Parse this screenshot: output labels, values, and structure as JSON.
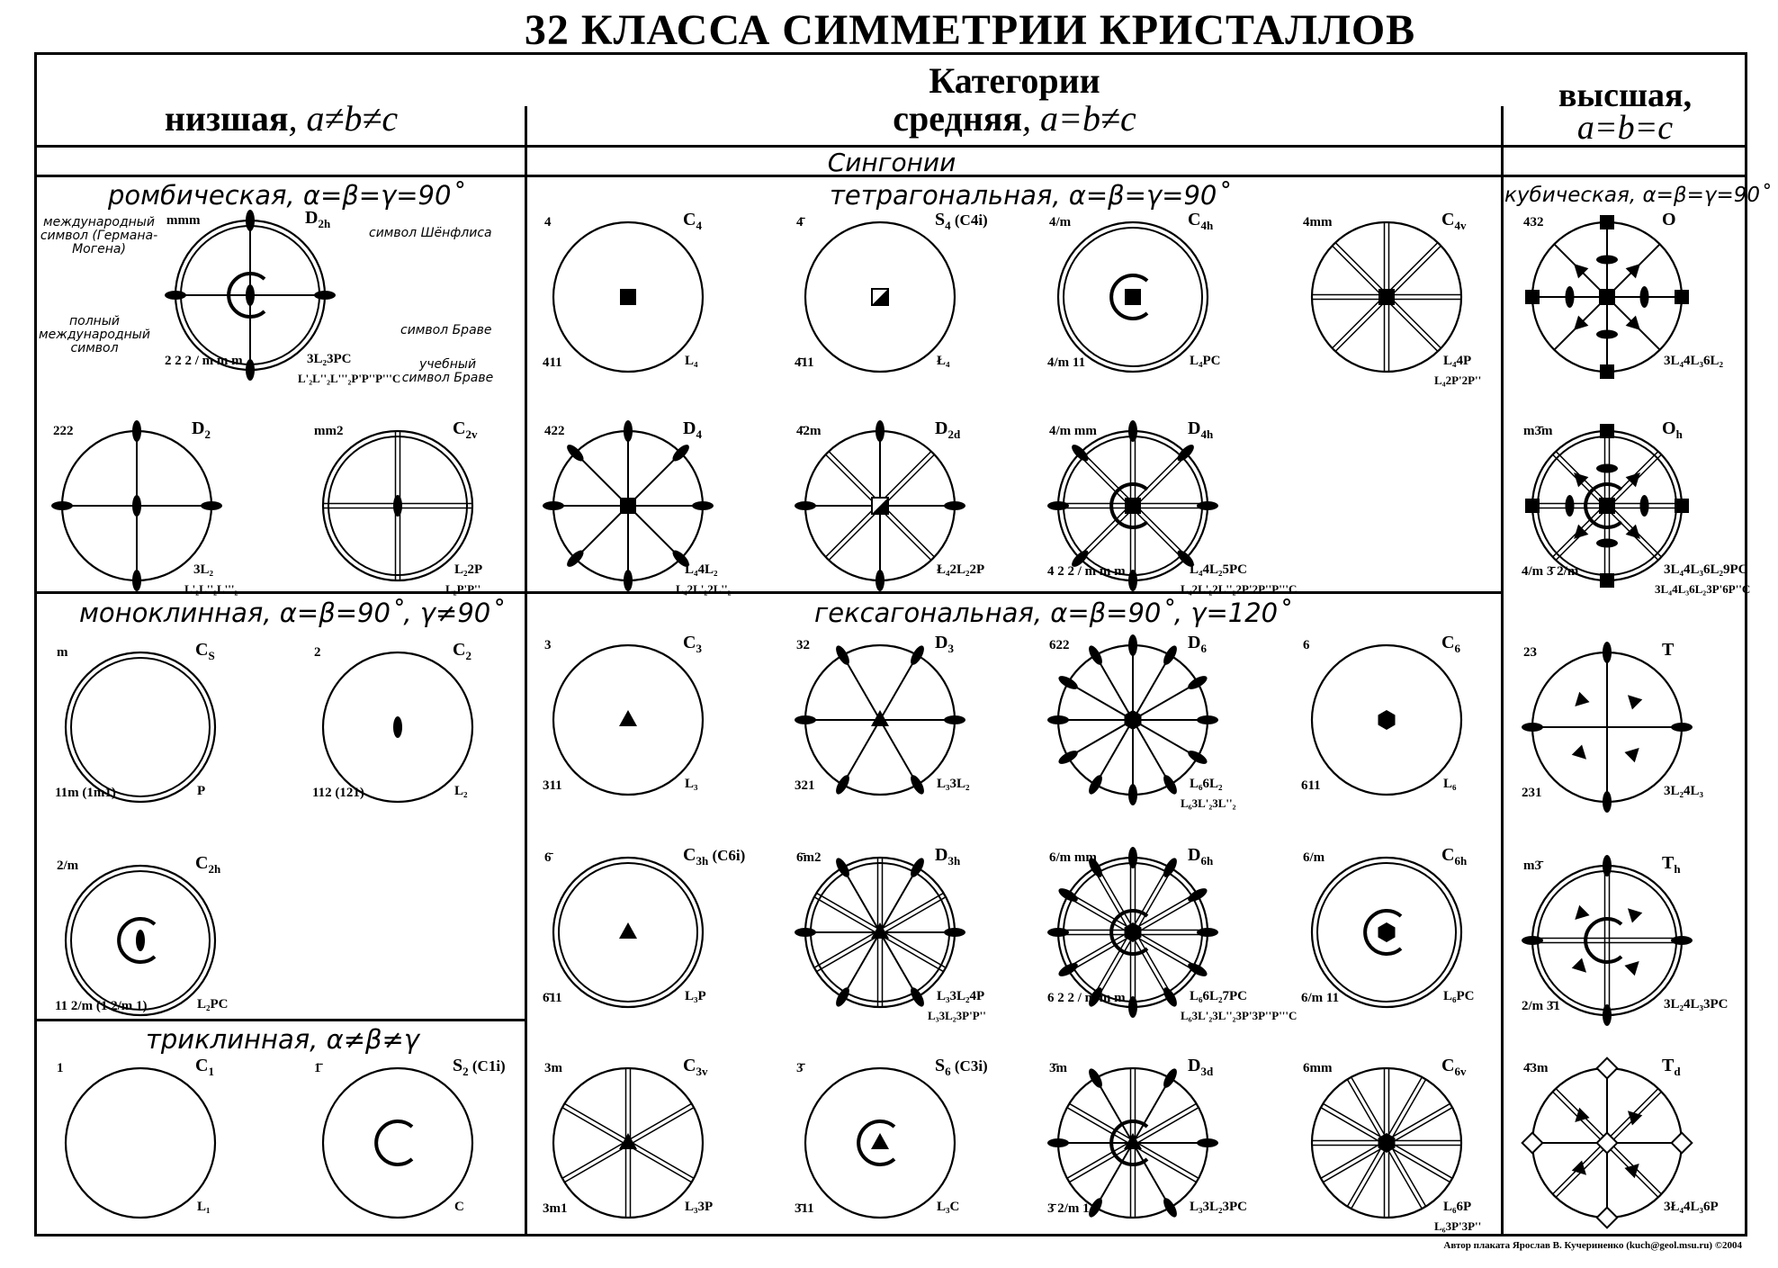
{
  "title": "32 КЛАССА СИММЕТРИИ КРИСТАЛЛОВ",
  "header": {
    "categories": "Категории",
    "lower": {
      "name": "низшая",
      "cond": ", a≠b≠c"
    },
    "middle": {
      "name": "средняя",
      "cond": ", a=b≠c"
    },
    "higher": {
      "name": "высшая,",
      "cond": "a=b=c"
    },
    "syngonies": "Сингонии"
  },
  "systems": {
    "orthorhombic": "ромбическая, α=β=γ=90˚",
    "tetragonal": "тетрагональная, α=β=γ=90˚",
    "cubic": "кубическая, α=β=γ=90˚",
    "monoclinic": "моноклинная, α=β=90˚, γ≠90˚",
    "hexagonal": "гексагональная, α=β=90˚, γ=120˚",
    "triclinic": "триклинная, α≠β≠γ"
  },
  "legend": {
    "intl": "международный символ (Германа-Могена)",
    "schoenflies": "символ Шёнфлиса",
    "full_intl": "полный международный символ",
    "bravais": "символ Браве",
    "edu_bravais": "учебный символ Браве"
  },
  "classes": [
    {
      "id": "D2h",
      "intl": "mmm",
      "sch": "D",
      "sub": "2h",
      "bravais": "3L₂3PC",
      "full": "2 2 2 / m m m",
      "edu": "L'₂L''₂L'''₂P'P''P'''C"
    },
    {
      "id": "D2",
      "intl": "222",
      "sch": "D",
      "sub": "2",
      "bravais": "3L₂",
      "edu": "L'₂L''₂L'''₂"
    },
    {
      "id": "C2v",
      "intl": "mm2",
      "sch": "C",
      "sub": "2v",
      "bravais": "L₂2P",
      "edu": "L₂P'P''"
    },
    {
      "id": "Cs",
      "intl": "m",
      "sch": "C",
      "sub": "S",
      "full": "11m (1m1)",
      "bravais": "P"
    },
    {
      "id": "C2",
      "intl": "2",
      "sch": "C",
      "sub": "2",
      "full": "112 (121)",
      "bravais": "L₂"
    },
    {
      "id": "C2h",
      "intl": "2/m",
      "sch": "C",
      "sub": "2h",
      "full": "11 2/m (1 2/m 1)",
      "bravais": "L₂PC"
    },
    {
      "id": "C1",
      "intl": "1",
      "sch": "C",
      "sub": "1",
      "bravais": "L₁"
    },
    {
      "id": "S2",
      "intl": "1̄",
      "sch": "S",
      "sub": "2",
      "extra": "(C1i)",
      "bravais": "C"
    },
    {
      "id": "C4",
      "intl": "4",
      "sch": "C",
      "sub": "4",
      "full": "411",
      "bravais": "L₄"
    },
    {
      "id": "S4",
      "intl": "4̄",
      "sch": "S",
      "sub": "4",
      "extra": "(C4i)",
      "full": "4̄11",
      "bravais": "Ł₄"
    },
    {
      "id": "C4h",
      "intl": "4/m",
      "sch": "C",
      "sub": "4h",
      "full": "4/m 11",
      "bravais": "L₄PC"
    },
    {
      "id": "C4v",
      "intl": "4mm",
      "sch": "C",
      "sub": "4v",
      "bravais": "L₄4P",
      "edu": "L₄2P'2P''"
    },
    {
      "id": "D4",
      "intl": "422",
      "sch": "D",
      "sub": "4",
      "bravais": "L₄4L₂",
      "edu": "L₄2L'₂2L''₂"
    },
    {
      "id": "D2d",
      "intl": "4̄2m",
      "sch": "D",
      "sub": "2d",
      "bravais": "Ł₄2L₂2P"
    },
    {
      "id": "D4h",
      "intl": "4/m mm",
      "sch": "D",
      "sub": "4h",
      "bravais": "L₄4L₂5PC",
      "full": "4 2 2 / m m m",
      "edu": "L₄2L'₂2L''₂2P'2P''P'''C"
    },
    {
      "id": "C3",
      "intl": "3",
      "sch": "C",
      "sub": "3",
      "full": "311",
      "bravais": "L₃"
    },
    {
      "id": "D3",
      "intl": "32",
      "sch": "D",
      "sub": "3",
      "full": "321",
      "bravais": "L₃3L₂"
    },
    {
      "id": "D6",
      "intl": "622",
      "sch": "D",
      "sub": "6",
      "bravais": "L₆6L₂",
      "edu": "L₆3L'₂3L''₂"
    },
    {
      "id": "C6",
      "intl": "6",
      "sch": "C",
      "sub": "6",
      "full": "611",
      "bravais": "L₆"
    },
    {
      "id": "C3h",
      "intl": "6̄",
      "sch": "C",
      "sub": "3h",
      "extra": "(C6i)",
      "full": "6̄11",
      "bravais": "L₃P"
    },
    {
      "id": "D3h",
      "intl": "6̄m2",
      "sch": "D",
      "sub": "3h",
      "bravais": "L₃3L₂4P",
      "edu": "L₃3L₂3P'P''"
    },
    {
      "id": "D6h",
      "intl": "6/m mm",
      "sch": "D",
      "sub": "6h",
      "bravais": "L₆6L₂7PC",
      "full": "6 2 2 / m m m",
      "edu": "L₆3L'₂3L''₂3P'3P''P'''C"
    },
    {
      "id": "C6h",
      "intl": "6/m",
      "sch": "C",
      "sub": "6h",
      "full": "6/m 11",
      "bravais": "L₆PC"
    },
    {
      "id": "C3v",
      "intl": "3m",
      "sch": "C",
      "sub": "3v",
      "full": "3m1",
      "bravais": "L₃3P"
    },
    {
      "id": "S6",
      "intl": "3̄",
      "sch": "S",
      "sub": "6",
      "extra": "(C3i)",
      "full": "3̄11",
      "bravais": "L₃C"
    },
    {
      "id": "D3d",
      "intl": "3̄m",
      "sch": "D",
      "sub": "3d",
      "full": "3̄ 2/m 1",
      "bravais": "L₃3L₂3PC"
    },
    {
      "id": "C6v",
      "intl": "6mm",
      "sch": "C",
      "sub": "6v",
      "bravais": "L₆6P",
      "edu": "L₆3P'3P''"
    },
    {
      "id": "O",
      "intl": "432",
      "sch": "O",
      "sub": "",
      "bravais": "3L₄4L₃6L₂"
    },
    {
      "id": "Oh",
      "intl": "m3̄m",
      "sch": "O",
      "sub": "h",
      "full": "4/m 3̄ 2/m",
      "bravais": "3L₄4L₃6L₂9PC",
      "edu": "3L₄4L₃6L₂3P'6P''C"
    },
    {
      "id": "T",
      "intl": "23",
      "sch": "T",
      "sub": "",
      "full": "231",
      "bravais": "3L₂4L₃"
    },
    {
      "id": "Th",
      "intl": "m3̄",
      "sch": "T",
      "sub": "h",
      "full": "2/m 3̄1",
      "bravais": "3L₂4L₃3PC"
    },
    {
      "id": "Td",
      "intl": "4̄3m",
      "sch": "T",
      "sub": "d",
      "bravais": "3Ł₄4L₃6P"
    }
  ],
  "author": "Автор плаката Ярослав В. Кучериненко (kuch@geol.msu.ru) ©2004"
}
